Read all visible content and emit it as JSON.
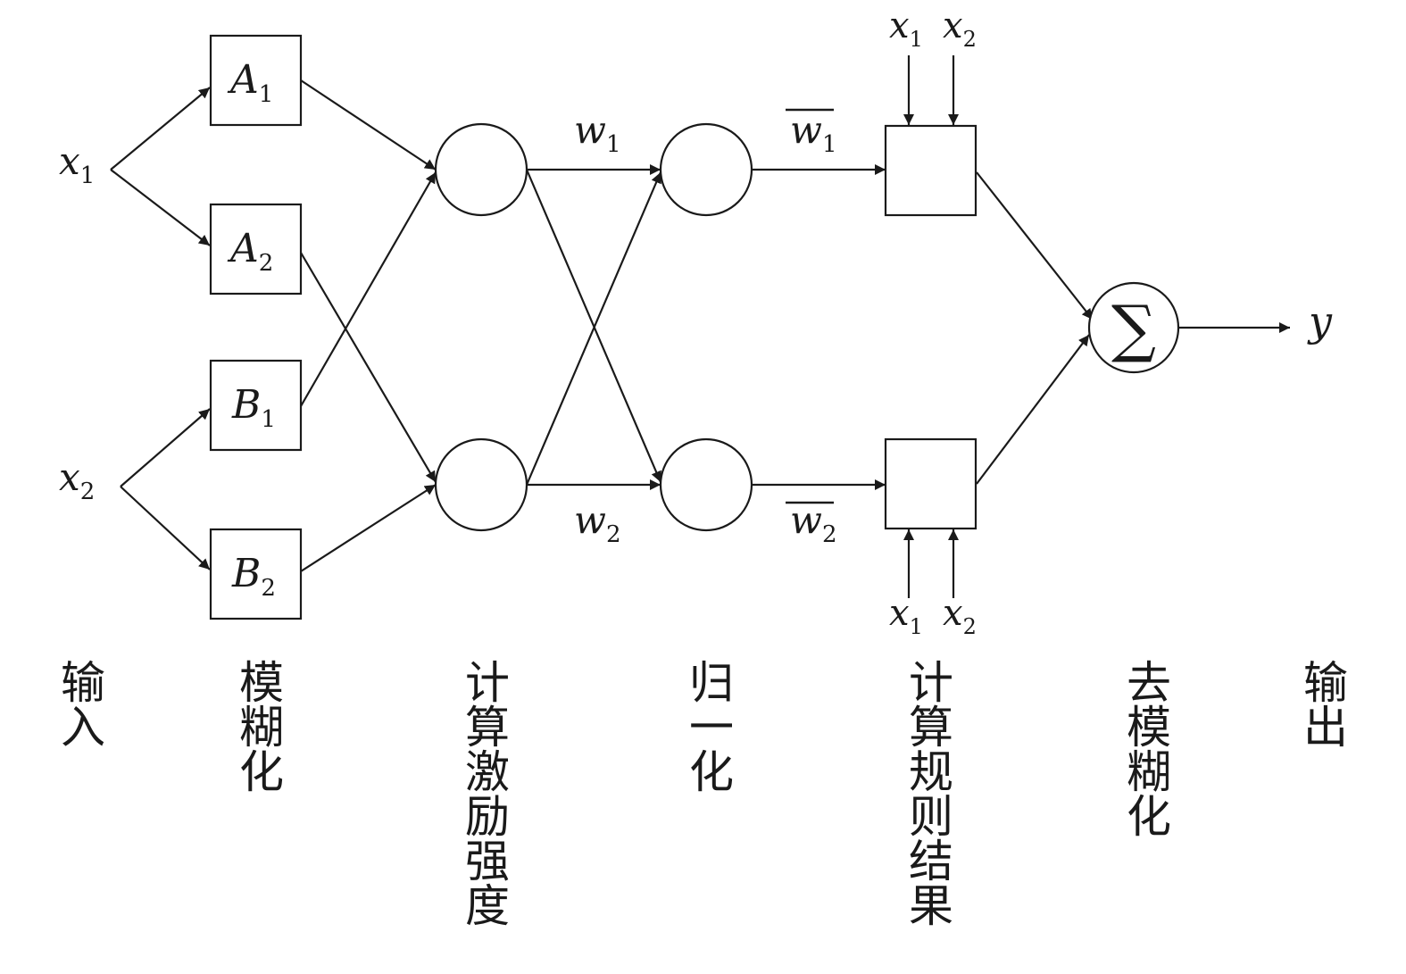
{
  "inputs": [
    {
      "var": "x",
      "sub": "1"
    },
    {
      "var": "x",
      "sub": "2"
    }
  ],
  "fuzzy_sets": [
    {
      "var": "A",
      "sub": "1"
    },
    {
      "var": "A",
      "sub": "2"
    },
    {
      "var": "B",
      "sub": "1"
    },
    {
      "var": "B",
      "sub": "2"
    }
  ],
  "weights": [
    {
      "var": "w",
      "sub": "1"
    },
    {
      "var": "w",
      "sub": "2"
    }
  ],
  "normalized_weights": [
    {
      "var": "w",
      "sub": "1"
    },
    {
      "var": "w",
      "sub": "2"
    }
  ],
  "rule_inputs_top": [
    {
      "var": "x",
      "sub": "1"
    },
    {
      "var": "x",
      "sub": "2"
    }
  ],
  "rule_inputs_bottom": [
    {
      "var": "x",
      "sub": "1"
    },
    {
      "var": "x",
      "sub": "2"
    }
  ],
  "sum_symbol": "∑",
  "output_var": "y",
  "stages": [
    "输入",
    "模糊化",
    "计算激励强度",
    "归一化",
    "计算规则结果",
    "去模糊化",
    "输出"
  ]
}
